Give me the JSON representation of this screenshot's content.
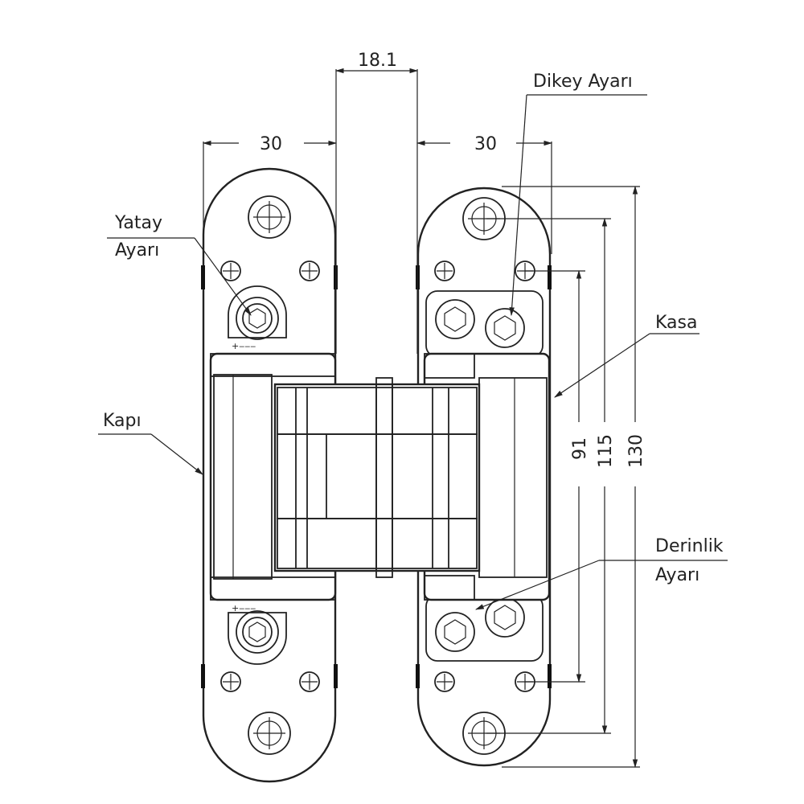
{
  "dimensions": {
    "gap": "18.1",
    "left_width": "30",
    "right_width": "30",
    "h_inner": "91",
    "h_mid": "115",
    "h_total": "130"
  },
  "labels": {
    "dikey_ayari": "Dikey Ayarı",
    "yatay_line1": "Yatay",
    "yatay_line2": "Ayarı",
    "kasa": "Kasa",
    "kapi": "Kapı",
    "derinlik_line1": "Derinlik",
    "derinlik_line2": "Ayarı"
  }
}
